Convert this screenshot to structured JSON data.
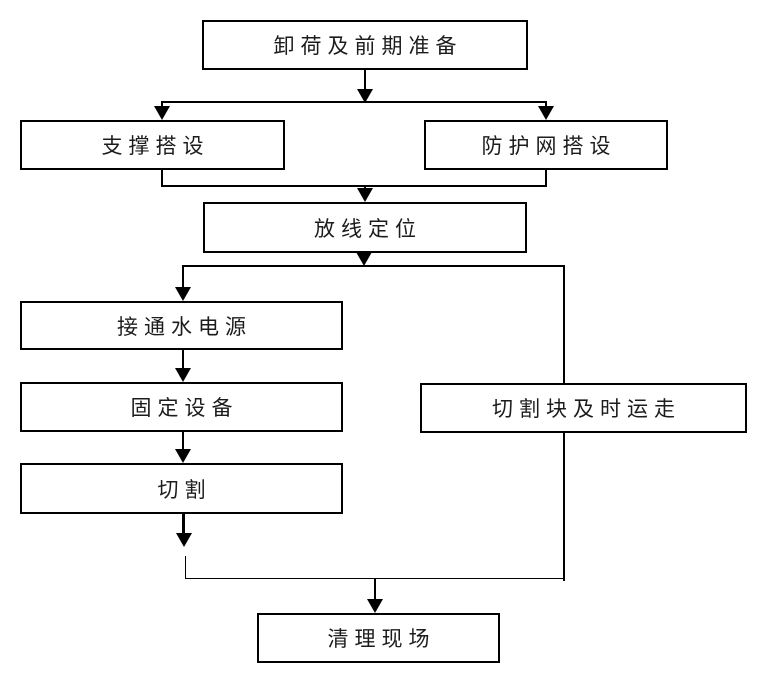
{
  "diagram": {
    "type": "flowchart",
    "background_color": "#ffffff",
    "line_color": "#000000",
    "text_color": "#1c1c1c",
    "nodes": [
      {
        "id": "unload-prep",
        "label": "卸荷及前期准备"
      },
      {
        "id": "support-erection",
        "label": "支撑搭设"
      },
      {
        "id": "safety-net-erection",
        "label": "防护网搭设"
      },
      {
        "id": "line-positioning",
        "label": "放线定位"
      },
      {
        "id": "connect-water-power",
        "label": "接通水电源"
      },
      {
        "id": "fix-equipment",
        "label": "固定设备"
      },
      {
        "id": "cutting",
        "label": "切割"
      },
      {
        "id": "remove-cut-blocks",
        "label": "切割块及时运走"
      },
      {
        "id": "site-cleanup",
        "label": "清理现场"
      }
    ],
    "edges": [
      {
        "from": "unload-prep",
        "to": "support-erection"
      },
      {
        "from": "unload-prep",
        "to": "safety-net-erection"
      },
      {
        "from": "support-erection",
        "to": "line-positioning"
      },
      {
        "from": "safety-net-erection",
        "to": "line-positioning"
      },
      {
        "from": "line-positioning",
        "to": "connect-water-power"
      },
      {
        "from": "line-positioning",
        "to": "remove-cut-blocks"
      },
      {
        "from": "connect-water-power",
        "to": "fix-equipment"
      },
      {
        "from": "fix-equipment",
        "to": "cutting"
      },
      {
        "from": "cutting",
        "to": "site-cleanup"
      },
      {
        "from": "remove-cut-blocks",
        "to": "site-cleanup"
      }
    ]
  }
}
